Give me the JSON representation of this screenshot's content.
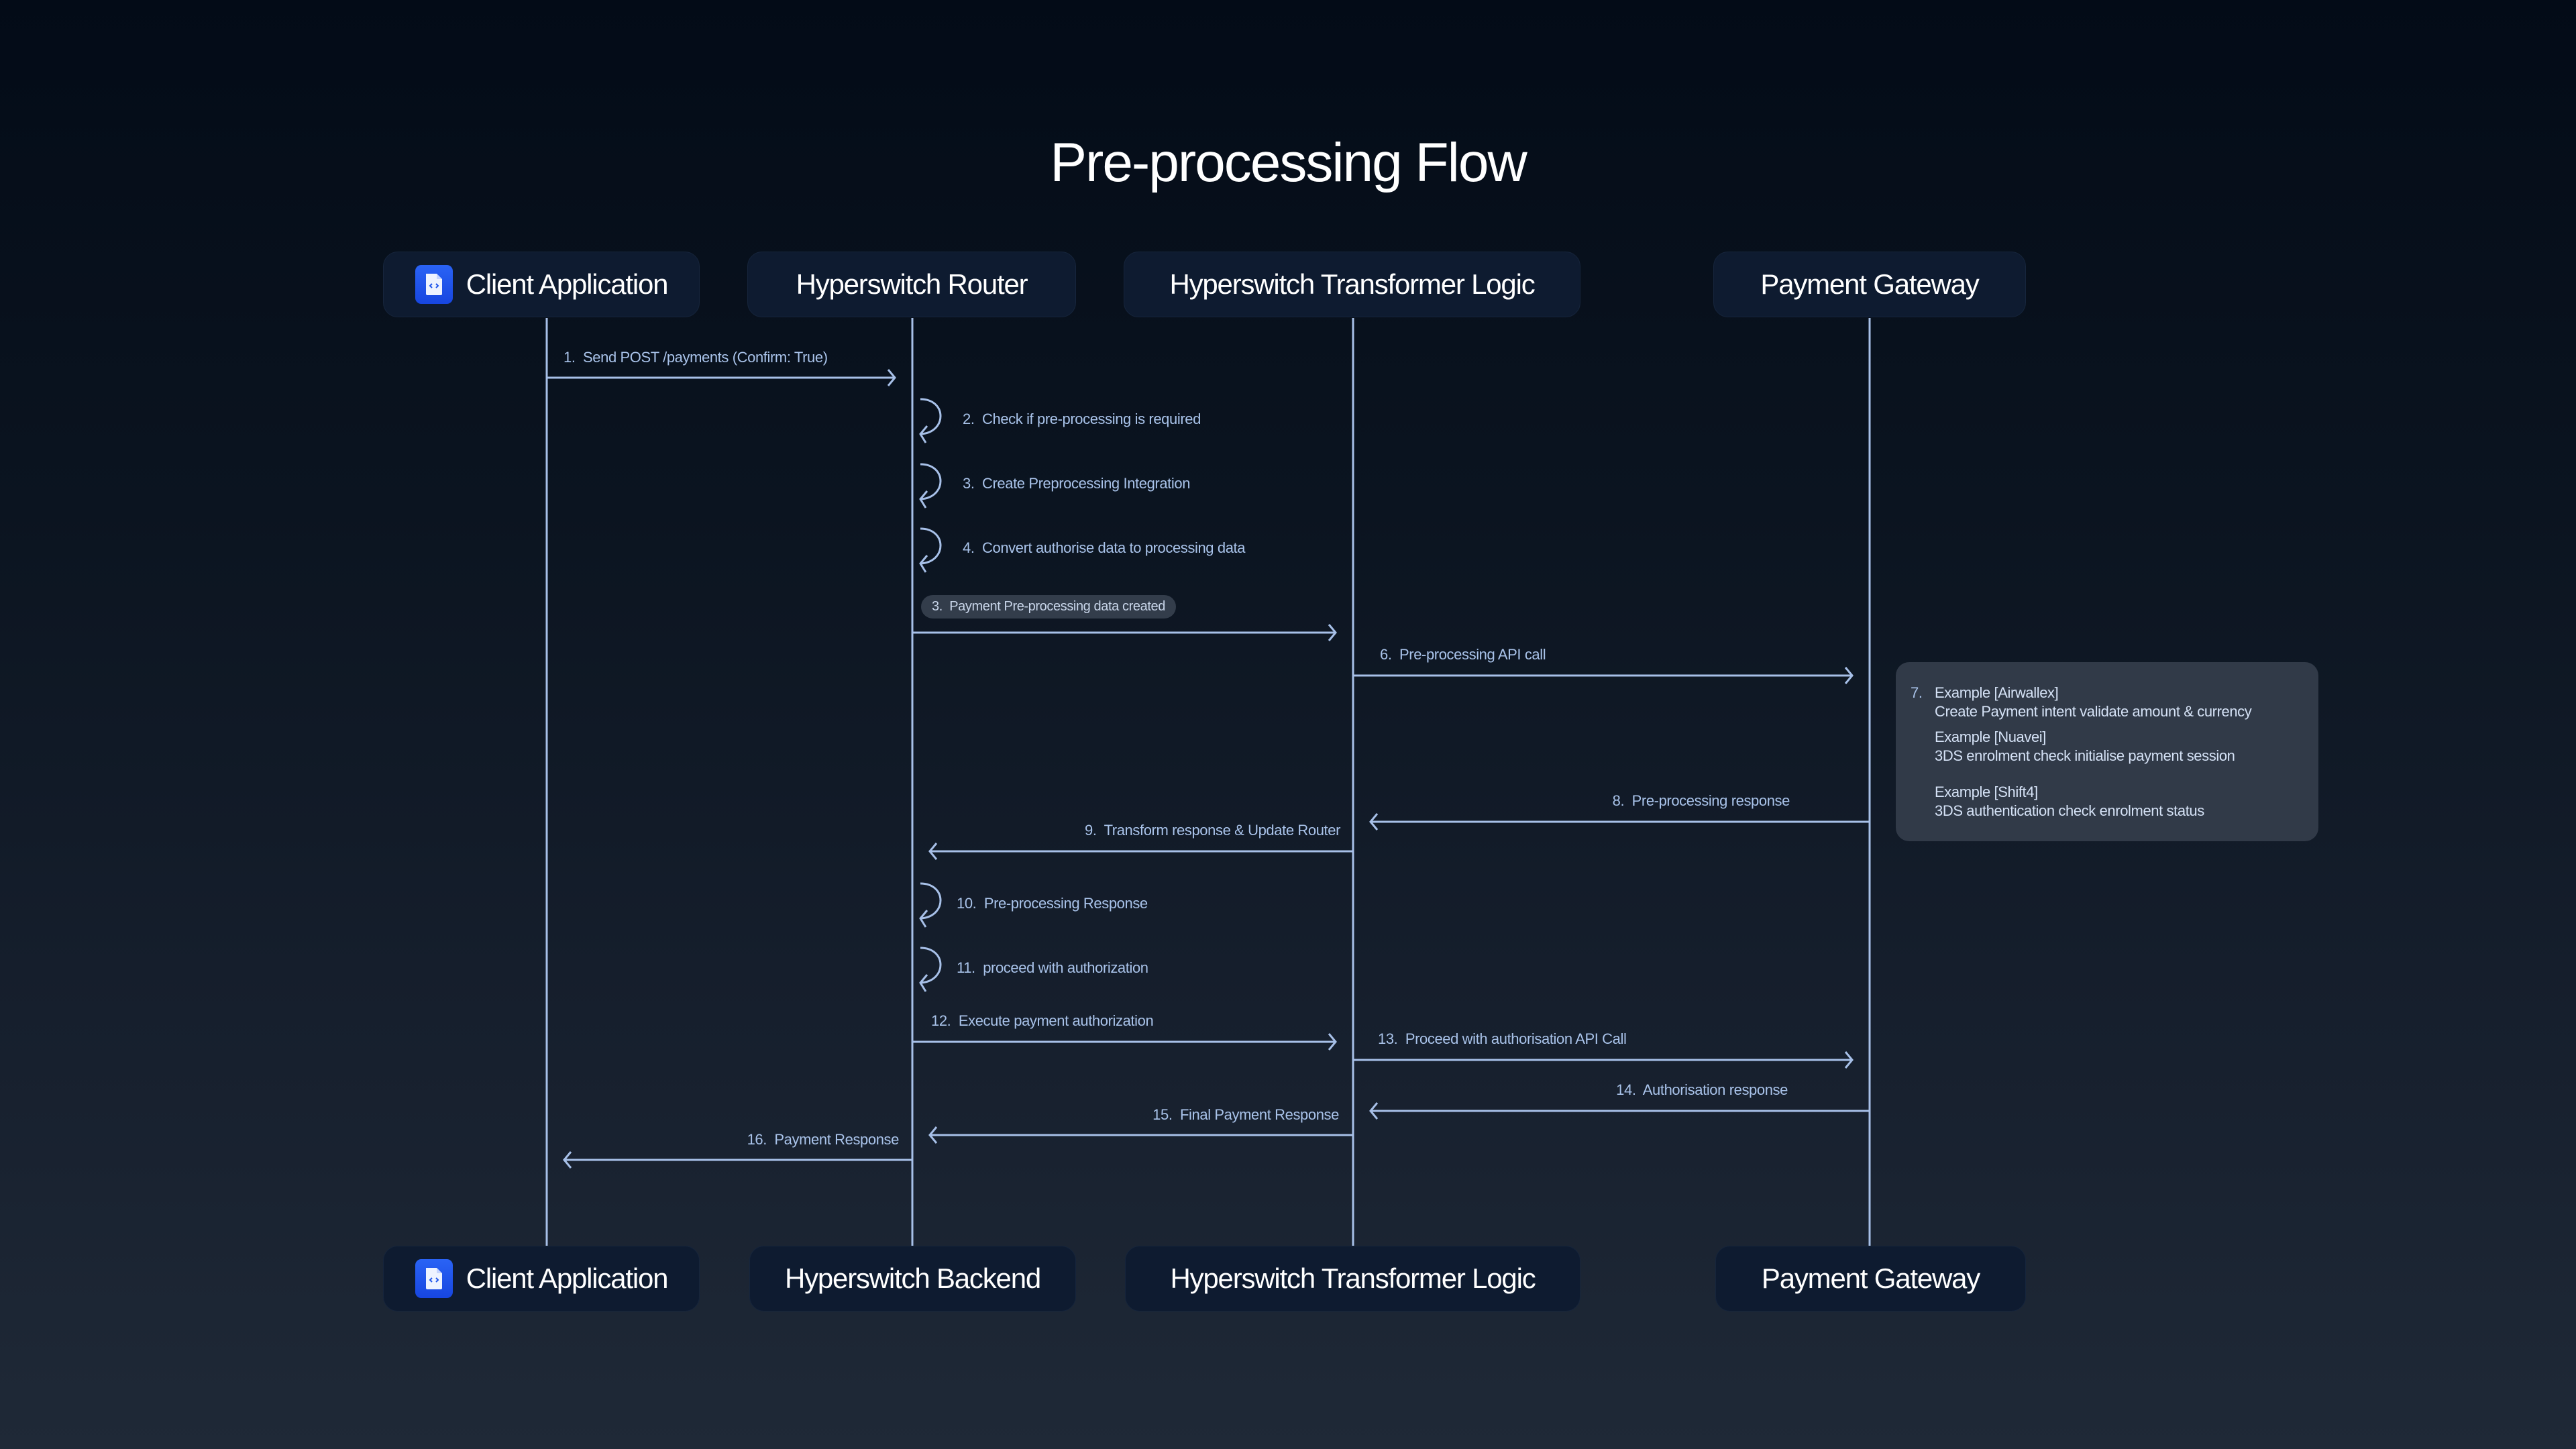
{
  "title": "Pre-processing Flow",
  "colors": {
    "line": "#a7c0e8",
    "text": "#a9c3ea",
    "actor_bg": "#0e1b30",
    "icon_bg": "#1f55eb",
    "note_bg": "#313a48",
    "pill_bg": "#333d4b"
  },
  "actors_top": [
    {
      "label": "Client Application",
      "icon": "code-file-icon"
    },
    {
      "label": "Hyperswitch Router"
    },
    {
      "label": "Hyperswitch Transformer Logic"
    },
    {
      "label": "Payment Gateway"
    }
  ],
  "actors_bottom": [
    {
      "label": "Client Application",
      "icon": "code-file-icon"
    },
    {
      "label": "Hyperswitch Backend"
    },
    {
      "label": "Hyperswitch Transformer Logic"
    },
    {
      "label": "Payment Gateway"
    }
  ],
  "messages": [
    {
      "num": "1.",
      "text": "Send POST /payments (Confirm: True)",
      "from": "client",
      "to": "router"
    },
    {
      "num": "2.",
      "text": "Check if pre-processing is required",
      "from": "router",
      "to": "router"
    },
    {
      "num": "3.",
      "text": "Create Preprocessing Integration",
      "from": "router",
      "to": "router"
    },
    {
      "num": "4.",
      "text": "Convert authorise data to processing data",
      "from": "router",
      "to": "router"
    },
    {
      "num": "3.",
      "text": "Payment Pre-processing data created",
      "from": "router",
      "to": "transformer",
      "style": "pill"
    },
    {
      "num": "6.",
      "text": "Pre-processing API call",
      "from": "transformer",
      "to": "gateway"
    },
    {
      "num": "8.",
      "text": "Pre-processing response",
      "from": "gateway",
      "to": "transformer"
    },
    {
      "num": "9.",
      "text": "Transform response & Update Router",
      "from": "transformer",
      "to": "router"
    },
    {
      "num": "10.",
      "text": "Pre-processing Response",
      "from": "router",
      "to": "router"
    },
    {
      "num": "11.",
      "text": "proceed with authorization",
      "from": "router",
      "to": "router"
    },
    {
      "num": "12.",
      "text": "Execute payment authorization",
      "from": "router",
      "to": "transformer"
    },
    {
      "num": "13.",
      "text": "Proceed with authorisation API Call",
      "from": "transformer",
      "to": "gateway"
    },
    {
      "num": "14.",
      "text": "Authorisation response",
      "from": "gateway",
      "to": "transformer"
    },
    {
      "num": "15.",
      "text": "Final Payment Response",
      "from": "transformer",
      "to": "router"
    },
    {
      "num": "16.",
      "text": "Payment Response",
      "from": "router",
      "to": "client"
    }
  ],
  "note": {
    "num": "7.",
    "examples": [
      {
        "title": "Example [Airwallex]",
        "detail": "Create Payment intent validate amount & currency"
      },
      {
        "title": "Example [Nuavei]",
        "detail": "3DS enrolment check initialise payment session"
      },
      {
        "title": "Example [Shift4]",
        "detail": "3DS authentication check enrolment status"
      }
    ]
  }
}
